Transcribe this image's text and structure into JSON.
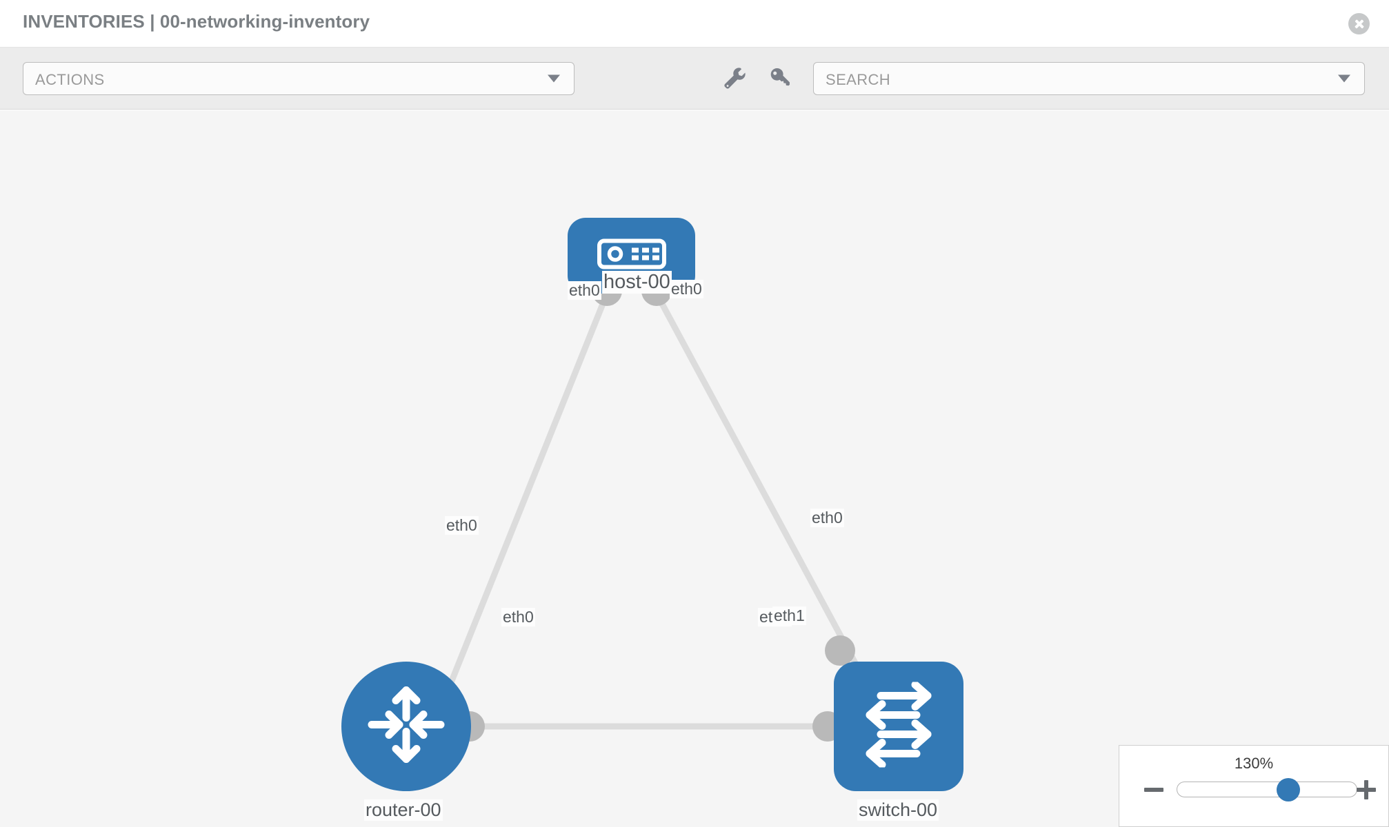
{
  "header": {
    "title": "INVENTORIES | 00-networking-inventory",
    "close_icon": "close-icon"
  },
  "toolbar": {
    "actions_label": "ACTIONS",
    "actions_caret_icon": "chevron-down-icon",
    "wrench_icon": "wrench-icon",
    "key_icon": "key-icon",
    "search_placeholder": "SEARCH",
    "search_caret_icon": "chevron-down-icon"
  },
  "topology": {
    "nodes": [
      {
        "id": "host-00",
        "label": "host-00",
        "type": "host",
        "icon": "server-icon",
        "color": "#3379b5"
      },
      {
        "id": "router-00",
        "label": "router-00",
        "type": "router",
        "icon": "router-arrows-icon",
        "color": "#3379b5"
      },
      {
        "id": "switch-00",
        "label": "switch-00",
        "type": "switch",
        "icon": "switch-arrows-icon",
        "color": "#3379b5"
      }
    ],
    "links": [
      {
        "from": "host-00",
        "from_port": "eth0",
        "to": "router-00",
        "to_port": "eth0"
      },
      {
        "from": "host-00",
        "from_port": "eth0",
        "to": "switch-00",
        "to_port": "eth0"
      },
      {
        "from": "router-00",
        "from_port": "eth0",
        "to": "switch-00",
        "to_port": "eth1"
      }
    ],
    "edge_labels": {
      "host_left": "eth0",
      "host_right": "eth0",
      "router_upper": "eth0",
      "switch_upper": "eth0",
      "router_right": "eth0",
      "switch_left_hidden": "eth0",
      "switch_left": "eth1"
    },
    "link_color": "#dcdcdc",
    "port_color": "#b9b9b9",
    "canvas_background": "#f5f5f5"
  },
  "zoom_control": {
    "percent": "130%",
    "minus_icon": "minus-icon",
    "plus_icon": "plus-icon",
    "thumb_position_percent": 62
  }
}
